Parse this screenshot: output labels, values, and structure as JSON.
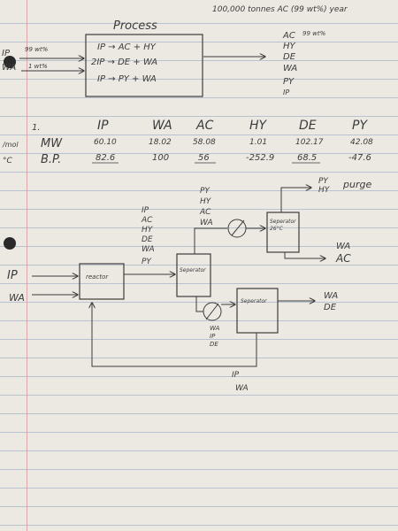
{
  "header_note": "100,000 tonnes AC (99 wt%) year",
  "process": {
    "title": "Process",
    "feeds": [
      {
        "name": "IP",
        "spec": "99 wt%"
      },
      {
        "name": "WA",
        "spec": "1 wt%"
      }
    ],
    "reactions": [
      "IP → AC + HY",
      "2IP → DE + WA",
      "IP → PY + WA"
    ],
    "products": [
      "AC",
      "HY",
      "DE",
      "WA",
      "PY",
      "IP"
    ],
    "product_spec": "99 wt%"
  },
  "properties_table": {
    "index": "1.",
    "columns": [
      "IP",
      "WA",
      "AC",
      "HY",
      "DE",
      "PY"
    ],
    "rows": [
      {
        "unit": "/mol",
        "label": "MW",
        "values": [
          "60.10",
          "18.02",
          "58.08",
          "1.01",
          "102.17",
          "42.08"
        ]
      },
      {
        "unit": "°C",
        "label": "B.P.",
        "values": [
          "82.6",
          "100",
          "56",
          "-252.9",
          "68.5",
          "-47.6"
        ]
      }
    ]
  },
  "flowsheet": {
    "feeds": [
      "IP",
      "WA"
    ],
    "reactor_label": "reactor",
    "separator_label": "Seperator",
    "separator2_label": "Seperator\n26°C",
    "separator3_label": "Seperator",
    "reactor_out": [
      "IP",
      "AC",
      "HY",
      "DE",
      "WA",
      "PY"
    ],
    "sep1_top": [
      "PY",
      "HY",
      "AC",
      "WA"
    ],
    "sep2_top": [
      "PY",
      "HY"
    ],
    "purge_label": "purge",
    "sep2_bottom": [
      "WA",
      "AC"
    ],
    "sep1_bottom": [
      "WA",
      "IP",
      "DE"
    ],
    "sep3_out": [
      "WA",
      "DE"
    ],
    "recycle": [
      "IP",
      "WA"
    ]
  }
}
